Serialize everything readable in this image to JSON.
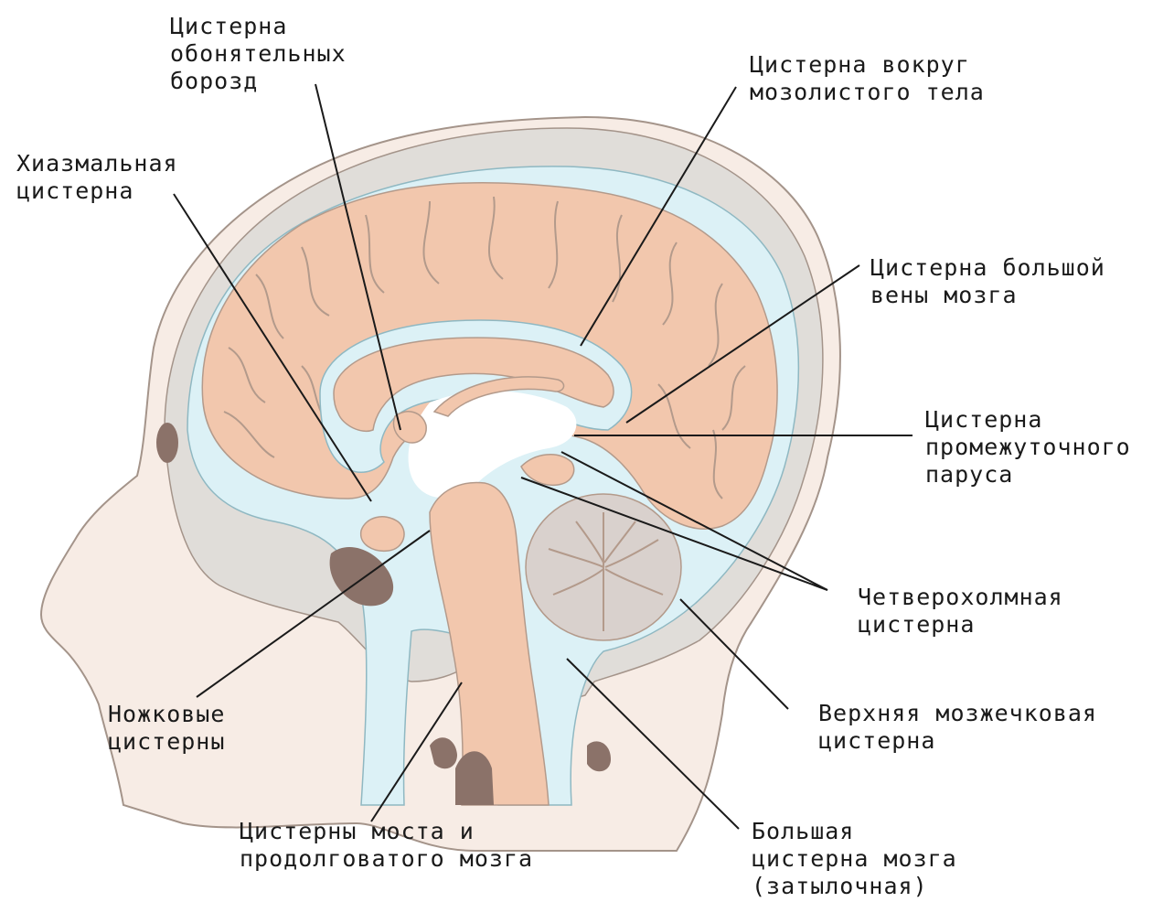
{
  "colors": {
    "skin": "#f7ece5",
    "skin_outline": "#a4948a",
    "bone": "#e0ddd9",
    "brain": "#f2c7ad",
    "brain_outline": "#b39a8b",
    "csf": "#dcf1f6",
    "csf_outline": "#8fb8c2",
    "cerebellum": "#d9d1cd",
    "sinus": "#8b7269",
    "leader": "#1a1a1a"
  },
  "labels": {
    "olfactory": [
      "Цистерна",
      "обонятельных",
      "борозд"
    ],
    "chiasmatic": [
      "Хиазмальная",
      "цистерна"
    ],
    "callosal": [
      "Цистерна  вокруг",
      "мозолистого тела"
    ],
    "great_vein": [
      "Цистерна большой",
      "вены мозга"
    ],
    "velum": [
      "Цистерна",
      "промежуточного",
      "паруса"
    ],
    "quadrigeminal": [
      "Четверохолмная",
      "цистерна"
    ],
    "superior_cerebellar": [
      "Верхняя мозжечковая",
      "цистерна"
    ],
    "magna": [
      "Большая",
      "цистерна мозга",
      "(затылочная)"
    ],
    "pontine": [
      "Цистерны моста и",
      "продолговатого мозга"
    ],
    "interpeduncular": [
      "Ножковые",
      "цистерны"
    ]
  }
}
